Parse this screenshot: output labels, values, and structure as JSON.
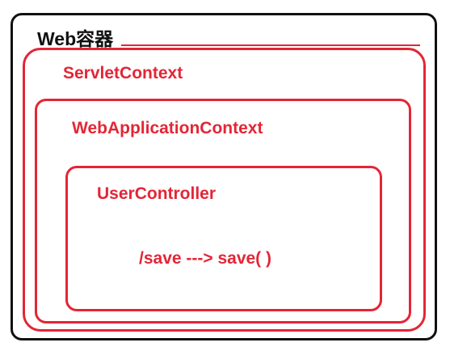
{
  "container": {
    "title": "Web容器"
  },
  "servlet_context": {
    "label": "ServletContext"
  },
  "web_application_context": {
    "label": "WebApplicationContext"
  },
  "user_controller": {
    "label": "UserController",
    "mapping": "/save ---> save( )"
  },
  "colors": {
    "border_outer": "#111111",
    "accent": "#e32636"
  }
}
